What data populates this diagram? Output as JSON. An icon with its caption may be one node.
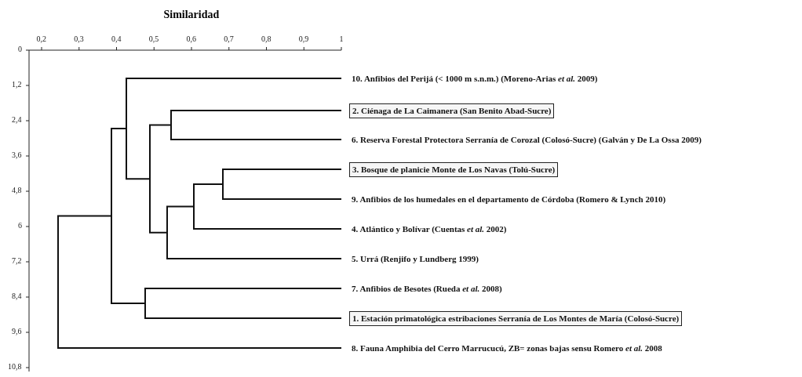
{
  "diagram": {
    "title": "Similaridad",
    "nodes": [
      {
        "text": [
          "10. Anfibios del Perijá (< 1000 m s.n.m.) (Moreno-Arias *et al.* 2009)"
        ]
      },
      {
        "text": [
          "2. Ciénaga de La Caimanera (San Benito Abad-Sucre)"
        ]
      },
      {
        "text": [
          "6. Reserva Forestal Protectora Serranía de Corozal (Colosó-Sucre) (Galván y De La Ossa 2009)"
        ]
      },
      {
        "text": [
          "3. Bosque de planicie Monte de Los Navas (Tolú-Sucre)"
        ]
      },
      {
        "text": [
          "9. Anfibios de los humedales en el departamento de Córdoba (Romero & Lynch 2010)"
        ]
      },
      {
        "text": [
          "4. Atlántico y Bolívar (Cuentas *et al.* 2002)"
        ]
      },
      {
        "text": [
          "5. Urrá (Renjifo y Lundberg 1999)"
        ]
      },
      {
        "text": [
          "7. Anfibios de Besotes (Rueda *et al.* 2008)"
        ]
      },
      {
        "text": [
          "1. Estación primatológica estribaciones Serranía de Los Montes de María (Colosó-Sucre)"
        ]
      },
      {
        "text": [
          "8. Fauna Amphibia del Cerro Marrucucú, ZB= zonas bajas sensu Romero *et al.* 2008"
        ]
      }
    ],
    "labels": [
      "0,2",
      "0,3",
      "0,4",
      "0,5",
      "0,6",
      "0,7",
      "0,8",
      "0,9",
      "1",
      "0",
      "1,2",
      "2,4",
      "3,6",
      "4,8",
      "6",
      "7,2",
      "8,4",
      "9,6",
      "10,8"
    ]
  }
}
